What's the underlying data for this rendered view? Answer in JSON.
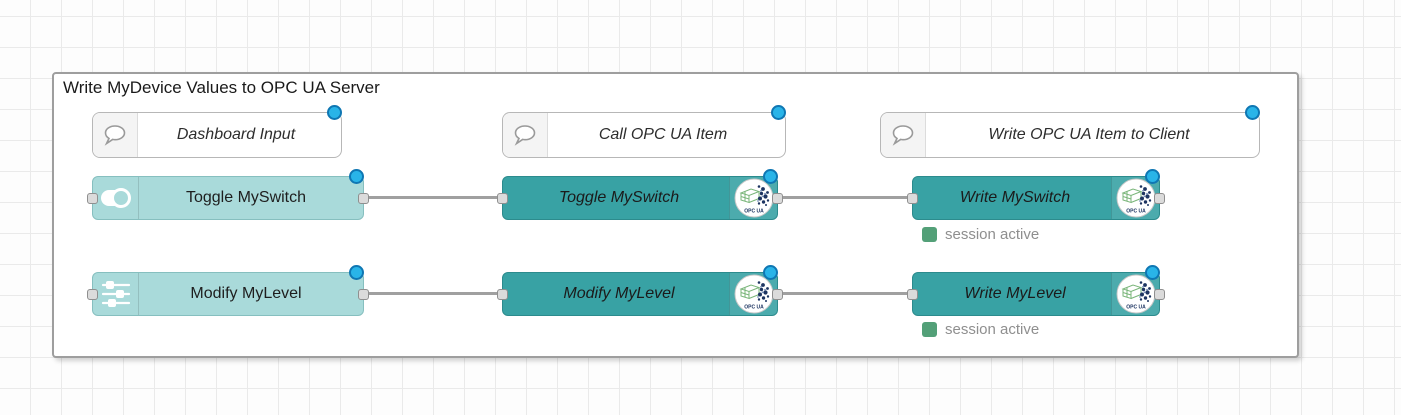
{
  "group": {
    "title": "Write MyDevice Values to OPC UA Server"
  },
  "comments": [
    {
      "label": "Dashboard Input"
    },
    {
      "label": "Call OPC UA Item"
    },
    {
      "label": "Write OPC UA Item to Client"
    }
  ],
  "nodes": {
    "toggle_input": {
      "label": "Toggle MySwitch"
    },
    "modify_input": {
      "label": "Modify MyLevel"
    },
    "toggle_call": {
      "label": "Toggle MySwitch"
    },
    "modify_call": {
      "label": "Modify MyLevel"
    },
    "write_switch": {
      "label": "Write MySwitch",
      "status": "session active"
    },
    "write_level": {
      "label": "Write MyLevel",
      "status": "session active"
    }
  },
  "badge": {
    "text": "OPC UA"
  },
  "colors": {
    "node_light": "#a9dada",
    "node_dark": "#38a2a4",
    "status_green": "#53a078",
    "changed_dot": "#29b4e8",
    "wire": "#a0a0a0",
    "group_border": "#9e9e9e"
  }
}
